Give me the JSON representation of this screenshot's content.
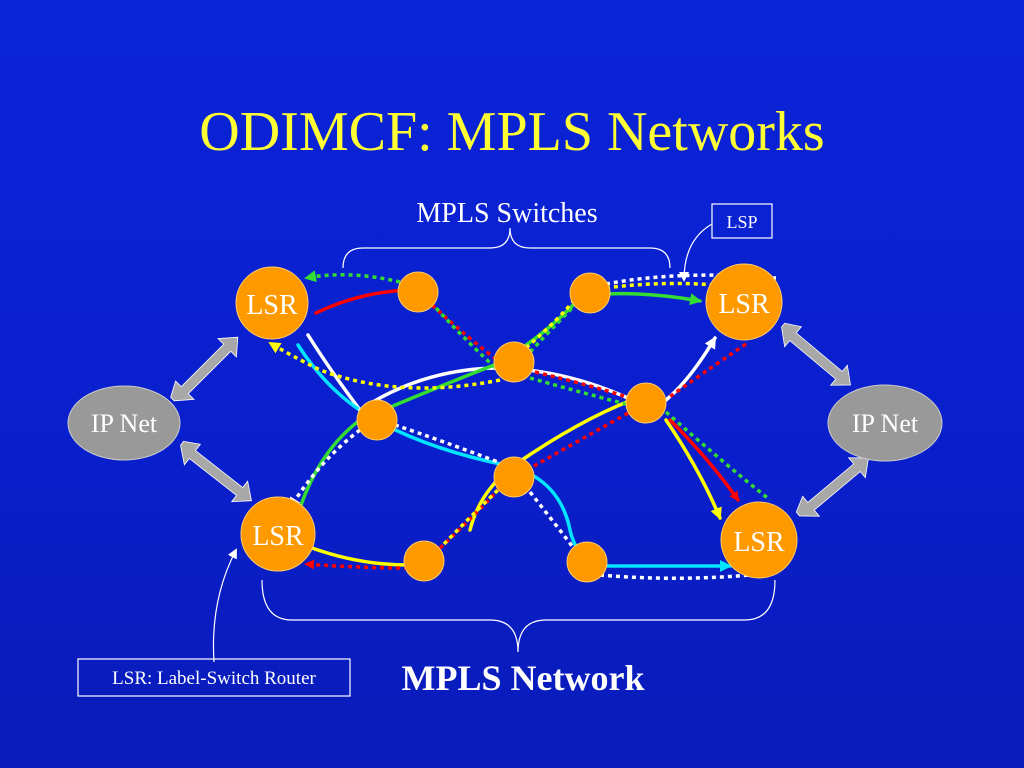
{
  "title": "ODIMCF: MPLS Networks",
  "labels": {
    "switches": "MPLS Switches",
    "lsp": "LSP",
    "network": "MPLS Network",
    "lsr_legend": "LSR: Label-Switch Router"
  },
  "nodes": {
    "lsr": [
      "LSR",
      "LSR",
      "LSR",
      "LSR"
    ],
    "ipnet": [
      "IP Net",
      "IP Net"
    ]
  },
  "colors": {
    "background": "#0a22d0",
    "title": "#ffff33",
    "lsr_fill": "#ff9900",
    "ipnet_fill": "#999999",
    "arrow_gray": "#a8a8a8",
    "path_red": "#ff0000",
    "path_green": "#33dd33",
    "path_yellow": "#ffff00",
    "path_cyan": "#00e5ff",
    "path_white": "#ffffff"
  }
}
